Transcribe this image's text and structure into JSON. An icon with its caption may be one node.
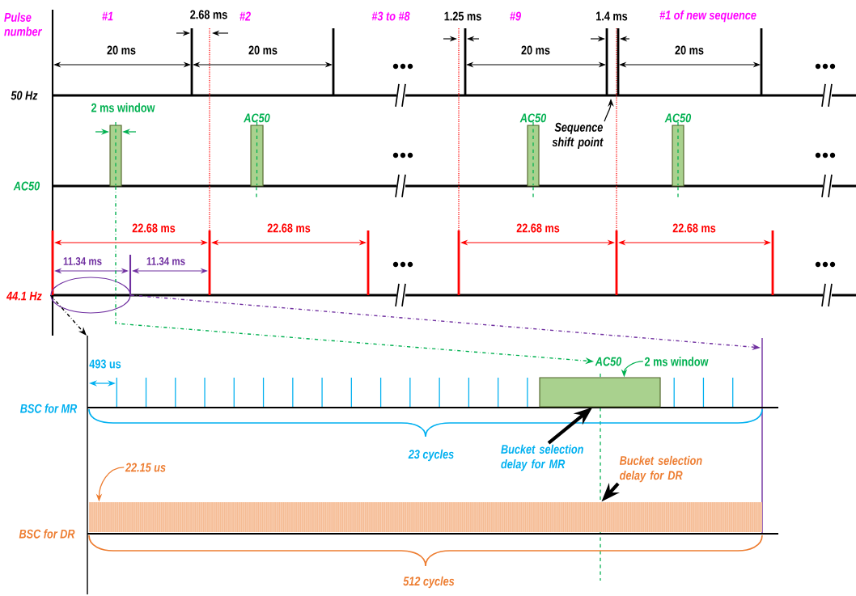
{
  "diagram": {
    "nodes": [
      {
        "text": [],
        "shape": "box"
      },
      {
        "text": [
          "AC50"
        ]
      },
      {
        "text": [
          "AC50"
        ]
      },
      {
        "text": [
          "AC50"
        ]
      },
      {
        "text": [
          "Sequence shift point"
        ]
      },
      {
        "text": [],
        "shape": "ellipse"
      },
      {
        "text": [
          "AC50"
        ]
      },
      {
        "text": [
          "2 ms window"
        ]
      },
      {
        "text": [],
        "shape": "box"
      },
      {
        "text": [
          "Bucket selection delay for MR"
        ]
      },
      {
        "text": [
          "Bucket selection delay for DR"
        ]
      },
      {
        "text": [
          "22.15 us"
        ]
      },
      {
        "text": [],
        "shape": "bar"
      }
    ],
    "edges": [
      {
        "from": 4,
        "to": null,
        "arrow": "to"
      },
      {
        "from": 0,
        "to": 6,
        "arrow": "to",
        "style": "dashed",
        "color": "#00b050"
      },
      {
        "from": 7,
        "to": 8,
        "arrow": "to",
        "color": "#00b050"
      },
      {
        "from": 9,
        "to": 8,
        "arrow": "to",
        "style": "thick"
      },
      {
        "from": 10,
        "to": 12,
        "arrow": "to",
        "style": "thick"
      },
      {
        "from": 11,
        "to": 12,
        "arrow": "to",
        "color": "#ed7d31"
      },
      {
        "from": 5,
        "to": null,
        "arrow": "to",
        "style": "dashed",
        "color": "#7030a0"
      },
      {
        "from": 5,
        "to": null,
        "arrow": "to",
        "style": "dashed"
      }
    ],
    "labels": [
      "Pulse number",
      "#1",
      "2.68 ms",
      "#2",
      "#3 to #8",
      "1.25 ms",
      "#9",
      "1.4 ms",
      "#1 of new sequence",
      "20 ms",
      "20 ms",
      "20 ms",
      "20 ms",
      "50 Hz",
      "2 ms window",
      "AC50",
      "22.68 ms",
      "22.68 ms",
      "22.68 ms",
      "22.68 ms",
      "11.34 ms",
      "11.34 ms",
      "44.1 Hz",
      "493 us",
      "BSC for MR",
      "23 cycles",
      "BSC for DR",
      "512 cycles"
    ]
  }
}
